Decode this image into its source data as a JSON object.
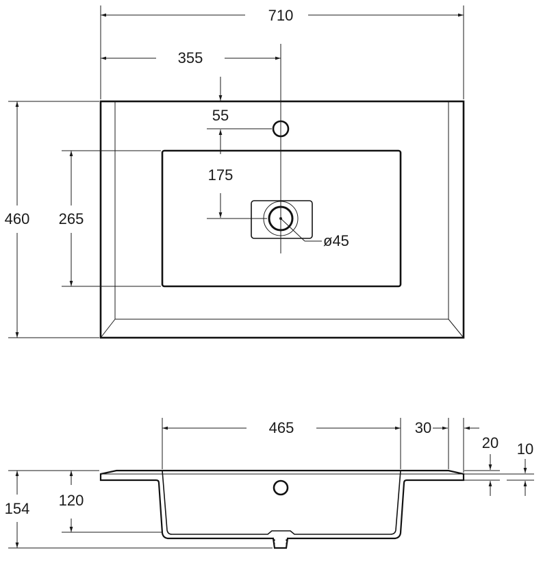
{
  "drawing": {
    "top_view": {
      "overall_width": "710",
      "center_offset": "355",
      "tap_hole_offset": "55",
      "drain_offset": "175",
      "overall_depth": "460",
      "bowl_depth": "265",
      "drain_diameter": "ø45"
    },
    "section_view": {
      "bowl_width": "465",
      "rim_width": "30",
      "edge_height": "20",
      "lip_thickness": "10",
      "total_height": "154",
      "bowl_height": "120"
    }
  }
}
